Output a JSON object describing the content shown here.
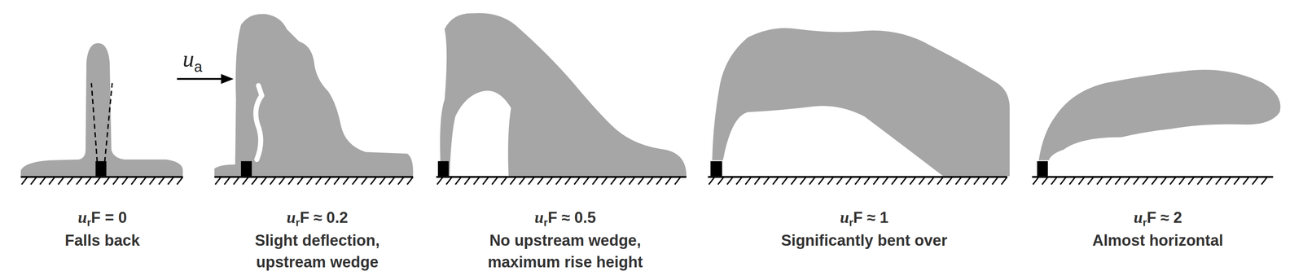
{
  "diagram": {
    "labels": [
      "u",
      "a",
      "u",
      "r",
      "F = 0",
      "Falls back",
      "u",
      "r",
      "F ≈ 0.2",
      "Slight deflection, upstream wedge",
      "u",
      "r",
      "F ≈ 0.5",
      "No upstream wedge, maximum rise height",
      "u",
      "r",
      "F ≈ 1",
      "Significantly bent over",
      "u",
      "r",
      "F ≈ 2",
      "Almost horizontal"
    ]
  }
}
